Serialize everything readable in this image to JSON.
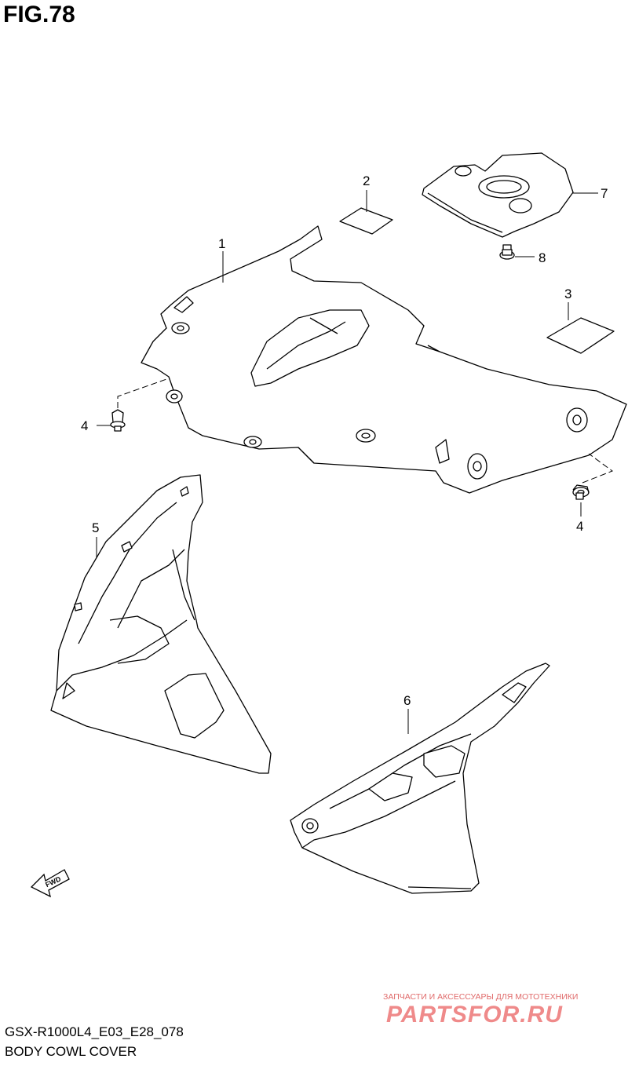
{
  "figure": {
    "title": "FIG.78"
  },
  "callouts": {
    "c1": "1",
    "c2": "2",
    "c3": "3",
    "c4a": "4",
    "c4b": "4",
    "c5": "5",
    "c6": "6",
    "c7": "7",
    "c8": "8"
  },
  "fwd_arrow": {
    "label": "FWD"
  },
  "footer": {
    "model_code": "GSX-R1000L4_E03_E28_078",
    "section_name": "BODY COWL COVER"
  },
  "watermark": {
    "tagline": "ЗАПЧАСТИ И АКСЕССУАРЫ ДЛЯ МОТОТЕХНИКИ",
    "logo_text": "PARTSFOR.RU"
  },
  "colors": {
    "line": "#000000",
    "fill": "#ffffff",
    "watermark": "#ef8a8a"
  },
  "icons": {
    "direction": "fwd-arrow-icon"
  }
}
